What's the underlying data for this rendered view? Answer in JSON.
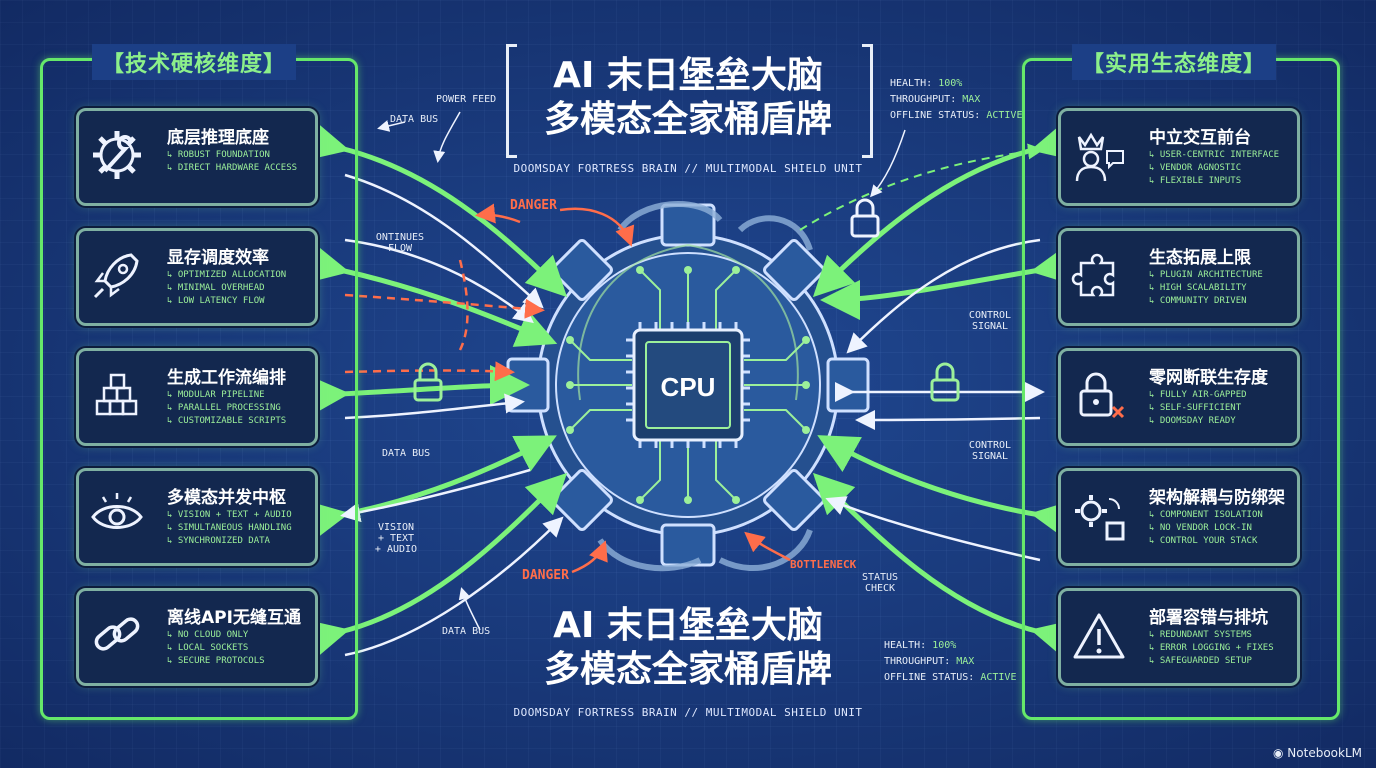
{
  "left_panel": {
    "title": "【技术硬核维度】",
    "cards": [
      {
        "title": "底层推理底座",
        "icon": "wrench-gear-icon",
        "bullets": [
          "ROBUST FOUNDATION",
          "DIRECT HARDWARE ACCESS"
        ]
      },
      {
        "title": "显存调度效率",
        "icon": "rocket-icon",
        "bullets": [
          "OPTIMIZED ALLOCATION",
          "MINIMAL OVERHEAD",
          "LOW LATENCY FLOW"
        ]
      },
      {
        "title": "生成工作流编排",
        "icon": "cubes-icon",
        "bullets": [
          "MODULAR PIPELINE",
          "PARALLEL PROCESSING",
          "CUSTOMIZABLE SCRIPTS"
        ]
      },
      {
        "title": "多模态并发中枢",
        "icon": "eye-icon",
        "bullets": [
          "VISION + TEXT + AUDIO",
          "SIMULTANEOUS HANDLING",
          "SYNCHRONIZED DATA"
        ]
      },
      {
        "title": "离线API无缝互通",
        "icon": "chain-link-icon",
        "bullets": [
          "NO CLOUD ONLY",
          "LOCAL SOCKETS",
          "SECURE PROTOCOLS"
        ]
      }
    ]
  },
  "right_panel": {
    "title": "【实用生态维度】",
    "cards": [
      {
        "title": "中立交互前台",
        "icon": "user-crown-icon",
        "bullets": [
          "USER-CENTRIC INTERFACE",
          "VENDOR AGNOSTIC",
          "FLEXIBLE INPUTS"
        ]
      },
      {
        "title": "生态拓展上限",
        "icon": "puzzle-icon",
        "bullets": [
          "PLUGIN ARCHITECTURE",
          "HIGH SCALABILITY",
          "COMMUNITY DRIVEN"
        ]
      },
      {
        "title": "零网断联生存度",
        "icon": "lock-x-icon",
        "bullets": [
          "FULLY AIR-GAPPED",
          "SELF-SUFFICIENT",
          "DOOMSDAY READY"
        ]
      },
      {
        "title": "架构解耦与防绑架",
        "icon": "gear-square-icon",
        "bullets": [
          "COMPONENT ISOLATION",
          "NO VENDOR LOCK-IN",
          "CONTROL YOUR STACK"
        ]
      },
      {
        "title": "部署容错与排坑",
        "icon": "warning-icon",
        "bullets": [
          "REDUNDANT SYSTEMS",
          "ERROR LOGGING + FIXES",
          "SAFEGUARDED SETUP"
        ]
      }
    ]
  },
  "center": {
    "title_line1": "AI 末日堡垒大脑",
    "title_line2": "多模态全家桶盾牌",
    "subtitle": "DOOMSDAY FORTRESS BRAIN // MULTIMODAL SHIELD UNIT",
    "chip_label": "CPU"
  },
  "labels": {
    "power_feed": "POWER FEED",
    "data_bus": "DATA BUS",
    "ontinues_flow": "ONTINUES FLOW",
    "danger": "DANGER",
    "control_signal": "CONTROL SIGNAL",
    "bottleneck": "BOTTLENECK",
    "status_check": "STATUS CHECK",
    "vision_text_audio": "VISION + TEXT + AUDIO"
  },
  "status_top": {
    "health_label": "HEALTH:",
    "health_value": "100%",
    "throughput_label": "THROUGHPUT:",
    "throughput_value": "MAX",
    "offline_label": "OFFLINE STATUS:",
    "offline_value": "ACTIVE"
  },
  "status_bottom": {
    "health_label": "HEALTH:",
    "health_value": "100%",
    "throughput_label": "THROUGHPUT:",
    "throughput_value": "MAX",
    "offline_label": "OFFLINE STATUS:",
    "offline_value": "ACTIVE"
  },
  "watermark": "NotebookLM",
  "colors": {
    "background": "#1c3f86",
    "accent_green": "#66e86a",
    "danger_red": "#ff6d4a",
    "card_bg": "#13284f"
  }
}
